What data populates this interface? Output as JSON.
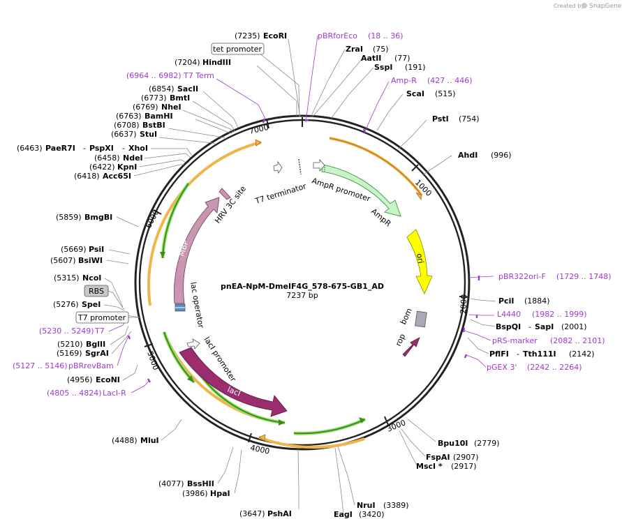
{
  "watermark": "Created by",
  "brand": "SnapGene",
  "plasmid": {
    "name": "pnEA-NpM-DmeIF4G_578-675-GB1_AD",
    "length": "7237 bp"
  },
  "ruler": {
    "r1000": "1000",
    "r2000": "2000",
    "r3000": "3000",
    "r4000": "4000",
    "r5000": "5000",
    "r6000": "6000",
    "r7000": "7000"
  },
  "sites": {
    "ecori": {
      "pos": "(7235)",
      "name": "EcoRI"
    },
    "hindiii": {
      "pos": "(7204)",
      "name": "HindIII"
    },
    "sacii": {
      "pos": "(6854)",
      "name": "SacII"
    },
    "bmti": {
      "pos": "(6773)",
      "name": "BmtI"
    },
    "nhei": {
      "pos": "(6769)",
      "name": "NheI"
    },
    "bamhi": {
      "pos": "(6763)",
      "name": "BamHI"
    },
    "bstbi": {
      "pos": "(6708)",
      "name": "BstBI"
    },
    "stui": {
      "pos": "(6637)",
      "name": "StuI"
    },
    "pae": {
      "pos": "(6463)",
      "name": "PaeR7I",
      "name2": "PspXI",
      "name3": "XhoI"
    },
    "ndei": {
      "pos": "(6458)",
      "name": "NdeI"
    },
    "kpni": {
      "pos": "(6422)",
      "name": "KpnI"
    },
    "acc65i": {
      "pos": "(6418)",
      "name": "Acc65I"
    },
    "bmgbi": {
      "pos": "(5859)",
      "name": "BmgBI"
    },
    "psii": {
      "pos": "(5669)",
      "name": "PsiI"
    },
    "bsiwi": {
      "pos": "(5607)",
      "name": "BsiWI"
    },
    "ncoi": {
      "pos": "(5315)",
      "name": "NcoI"
    },
    "spei": {
      "pos": "(5276)",
      "name": "SpeI"
    },
    "bglii": {
      "pos": "(5210)",
      "name": "BglII"
    },
    "sgrai": {
      "pos": "(5169)",
      "name": "SgrAI"
    },
    "econi": {
      "pos": "(4956)",
      "name": "EcoNI"
    },
    "mlui": {
      "pos": "(4488)",
      "name": "MluI"
    },
    "bsshii": {
      "pos": "(4077)",
      "name": "BssHII"
    },
    "hpai": {
      "pos": "(3986)",
      "name": "HpaI"
    },
    "pshai": {
      "pos": "(3647)",
      "name": "PshAI"
    },
    "nrui": {
      "pos": "(3389)",
      "name": "NruI"
    },
    "eagi": {
      "pos": "(3420)",
      "name": "EagI"
    },
    "msci": {
      "pos": "(2917)",
      "name": "MscI *"
    },
    "fspai": {
      "pos": "(2907)",
      "name": "FspAI"
    },
    "bpu10i": {
      "pos": "(2779)",
      "name": "Bpu10I"
    },
    "pflfi": {
      "pos": "(2142)",
      "name": "PflFI",
      "name2": "Tth111I"
    },
    "bspqi": {
      "pos": "(2001)",
      "name": "BspQI",
      "name2": "SapI"
    },
    "pcii": {
      "pos": "(1884)",
      "name": "PciI"
    },
    "ahdi": {
      "pos": "(996)",
      "name": "AhdI"
    },
    "psti": {
      "pos": "(754)",
      "name": "PstI"
    },
    "scai": {
      "pos": "(515)",
      "name": "ScaI"
    },
    "sspi": {
      "pos": "(191)",
      "name": "SspI"
    },
    "aatii": {
      "pos": "(77)",
      "name": "AatII"
    },
    "zrai": {
      "pos": "(75)",
      "name": "ZraI"
    }
  },
  "primers": {
    "pbrforeco": {
      "name": "pBRforEco",
      "range": "(18 .. 36)"
    },
    "ampr": {
      "name": "Amp-R",
      "range": "(427 .. 446)"
    },
    "t7term": {
      "range": "(6964 .. 6982)",
      "name": "T7 Term"
    },
    "pbr322ori": {
      "name": "pBR322ori-F",
      "range": "(1729 .. 1748)"
    },
    "l4440": {
      "name": "L4440",
      "range": "(1982 .. 1999)"
    },
    "prs": {
      "name": "pRS-marker",
      "range": "(2082 .. 2101)"
    },
    "pgex": {
      "name": "pGEX 3'",
      "range": "(2242 .. 2264)"
    },
    "t7": {
      "range": "(5230 .. 5249)",
      "name": "T7"
    },
    "pbrrevbam": {
      "range": "(5127 .. 5146)",
      "name": "pBRrevBam"
    },
    "lacir": {
      "range": "(4805 .. 4824)",
      "name": "LacI-R"
    }
  },
  "boxes": {
    "tet_promoter": "tet promoter",
    "rbs": "RBS",
    "t7_promoter": "T7 promoter"
  },
  "features": {
    "ampr_promoter": "AmpR promoter",
    "ampr": "AmpR",
    "ori": "ori",
    "bom": "bom",
    "rop": "rop",
    "laci": "lacI",
    "laci_promoter": "lacI promoter",
    "lac_operator": "lac operator",
    "mbp": "MBP",
    "hrv": "HRV 3C site",
    "t7_terminator": "T7 terminator"
  },
  "colors": {
    "ampr": "#c8f5c8",
    "ori": "#ffff00",
    "laci": "#9b2d6e",
    "mbp": "#c995b0",
    "orf": "#f0b54a",
    "orf_inner": "#7ac142",
    "primer": "#a037d6",
    "bom": "#a8a8b8"
  }
}
